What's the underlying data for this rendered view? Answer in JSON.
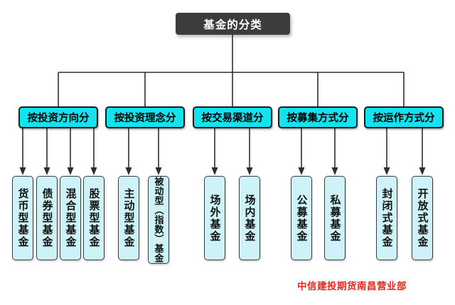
{
  "root": {
    "label": "基金的分类"
  },
  "categories": [
    {
      "label": "按投资方向分",
      "children": [
        {
          "label": "货币型基金"
        },
        {
          "label": "债券型基金"
        },
        {
          "label": "混合型基金"
        },
        {
          "label": "股票型基金"
        }
      ]
    },
    {
      "label": "按投资理念分",
      "children": [
        {
          "label": "主动型基金"
        },
        {
          "label": "被动型（指数）基金"
        }
      ]
    },
    {
      "label": "按交易渠道分",
      "children": [
        {
          "label": "场外基金"
        },
        {
          "label": "场内基金"
        }
      ]
    },
    {
      "label": "按募集方式分",
      "children": [
        {
          "label": "公募基金"
        },
        {
          "label": "私募基金"
        }
      ]
    },
    {
      "label": "按运作方式分",
      "children": [
        {
          "label": "封闭式基金"
        },
        {
          "label": "开放式基金"
        }
      ]
    }
  ],
  "watermark": {
    "text": "中信建投期货南昌营业部",
    "color": "#e8251f"
  },
  "colors": {
    "root_bg": "#3c3c3e",
    "root_text": "#ffffff",
    "category_bg": "#12e3ee",
    "leaf_bg": "#cdf3f8",
    "line": "#2e2e2e",
    "border": "#1b1b1b"
  }
}
